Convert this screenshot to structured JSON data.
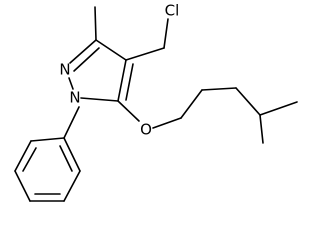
{
  "molecule": {
    "atoms": {
      "chlorine": "Cl",
      "pyrazole_n2": "N",
      "pyrazole_n1": "N",
      "ether_oxygen": "O"
    },
    "colors": {
      "bond": "#000000",
      "label": "#000000",
      "background": "#ffffff"
    }
  }
}
